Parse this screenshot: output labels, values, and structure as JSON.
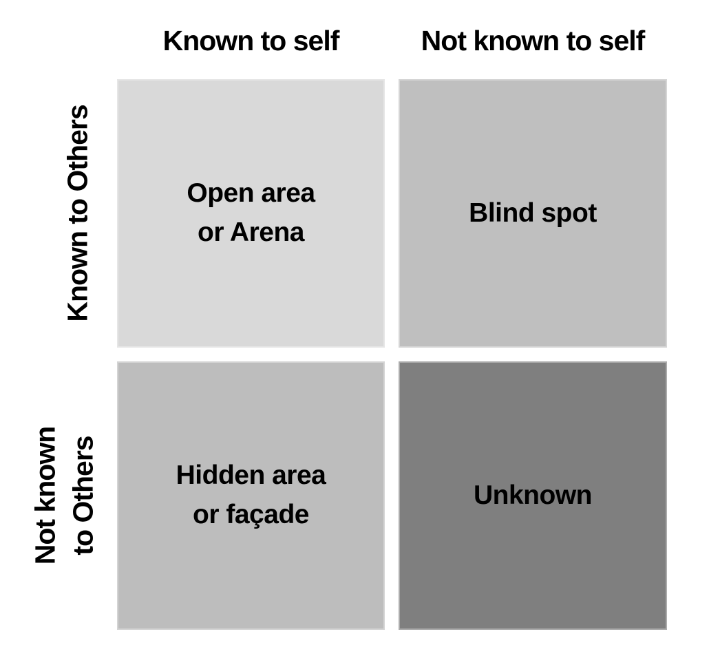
{
  "matrix": {
    "background": "#ffffff",
    "text_color": "#000000",
    "column_headers": [
      "Known to self",
      "Not known to self"
    ],
    "row_headers": [
      {
        "lines": [
          "Known to Others"
        ]
      },
      {
        "lines": [
          "Not known",
          "to Others"
        ]
      }
    ],
    "quadrants": {
      "open": {
        "lines": [
          "Open area",
          "or Arena"
        ],
        "fill": "#d9d9d9"
      },
      "blind": {
        "lines": [
          "Blind spot"
        ],
        "fill": "#bfbfbf"
      },
      "hidden": {
        "lines": [
          "Hidden area",
          "or façade"
        ],
        "fill": "#bdbdbd"
      },
      "unknown": {
        "lines": [
          "Unknown"
        ],
        "fill": "#7f7f7f"
      }
    }
  }
}
